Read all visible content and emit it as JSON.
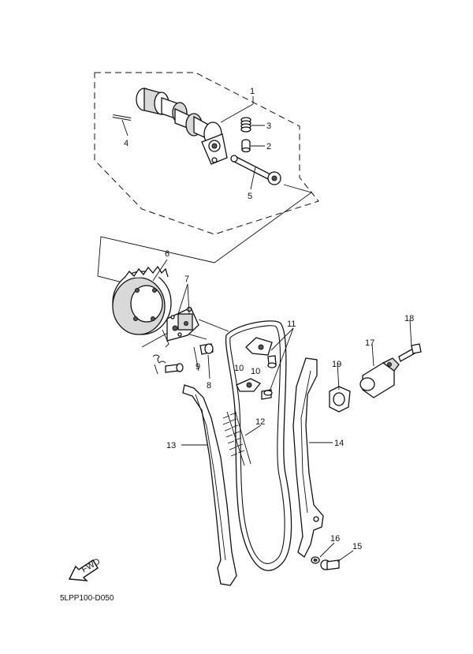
{
  "diagram": {
    "code": "5LPP100-D050",
    "fwd_label": "FWD",
    "callouts": {
      "c1": "1",
      "c2": "2",
      "c3": "3",
      "c4": "4",
      "c5": "5",
      "c6": "6",
      "c7": "7",
      "c8": "8",
      "c9": "9",
      "c10a": "10",
      "c10b": "10",
      "c11": "11",
      "c12": "12",
      "c13": "13",
      "c14": "14",
      "c15": "15",
      "c16": "16",
      "c17": "17",
      "c18": "18",
      "c19": "19"
    }
  }
}
